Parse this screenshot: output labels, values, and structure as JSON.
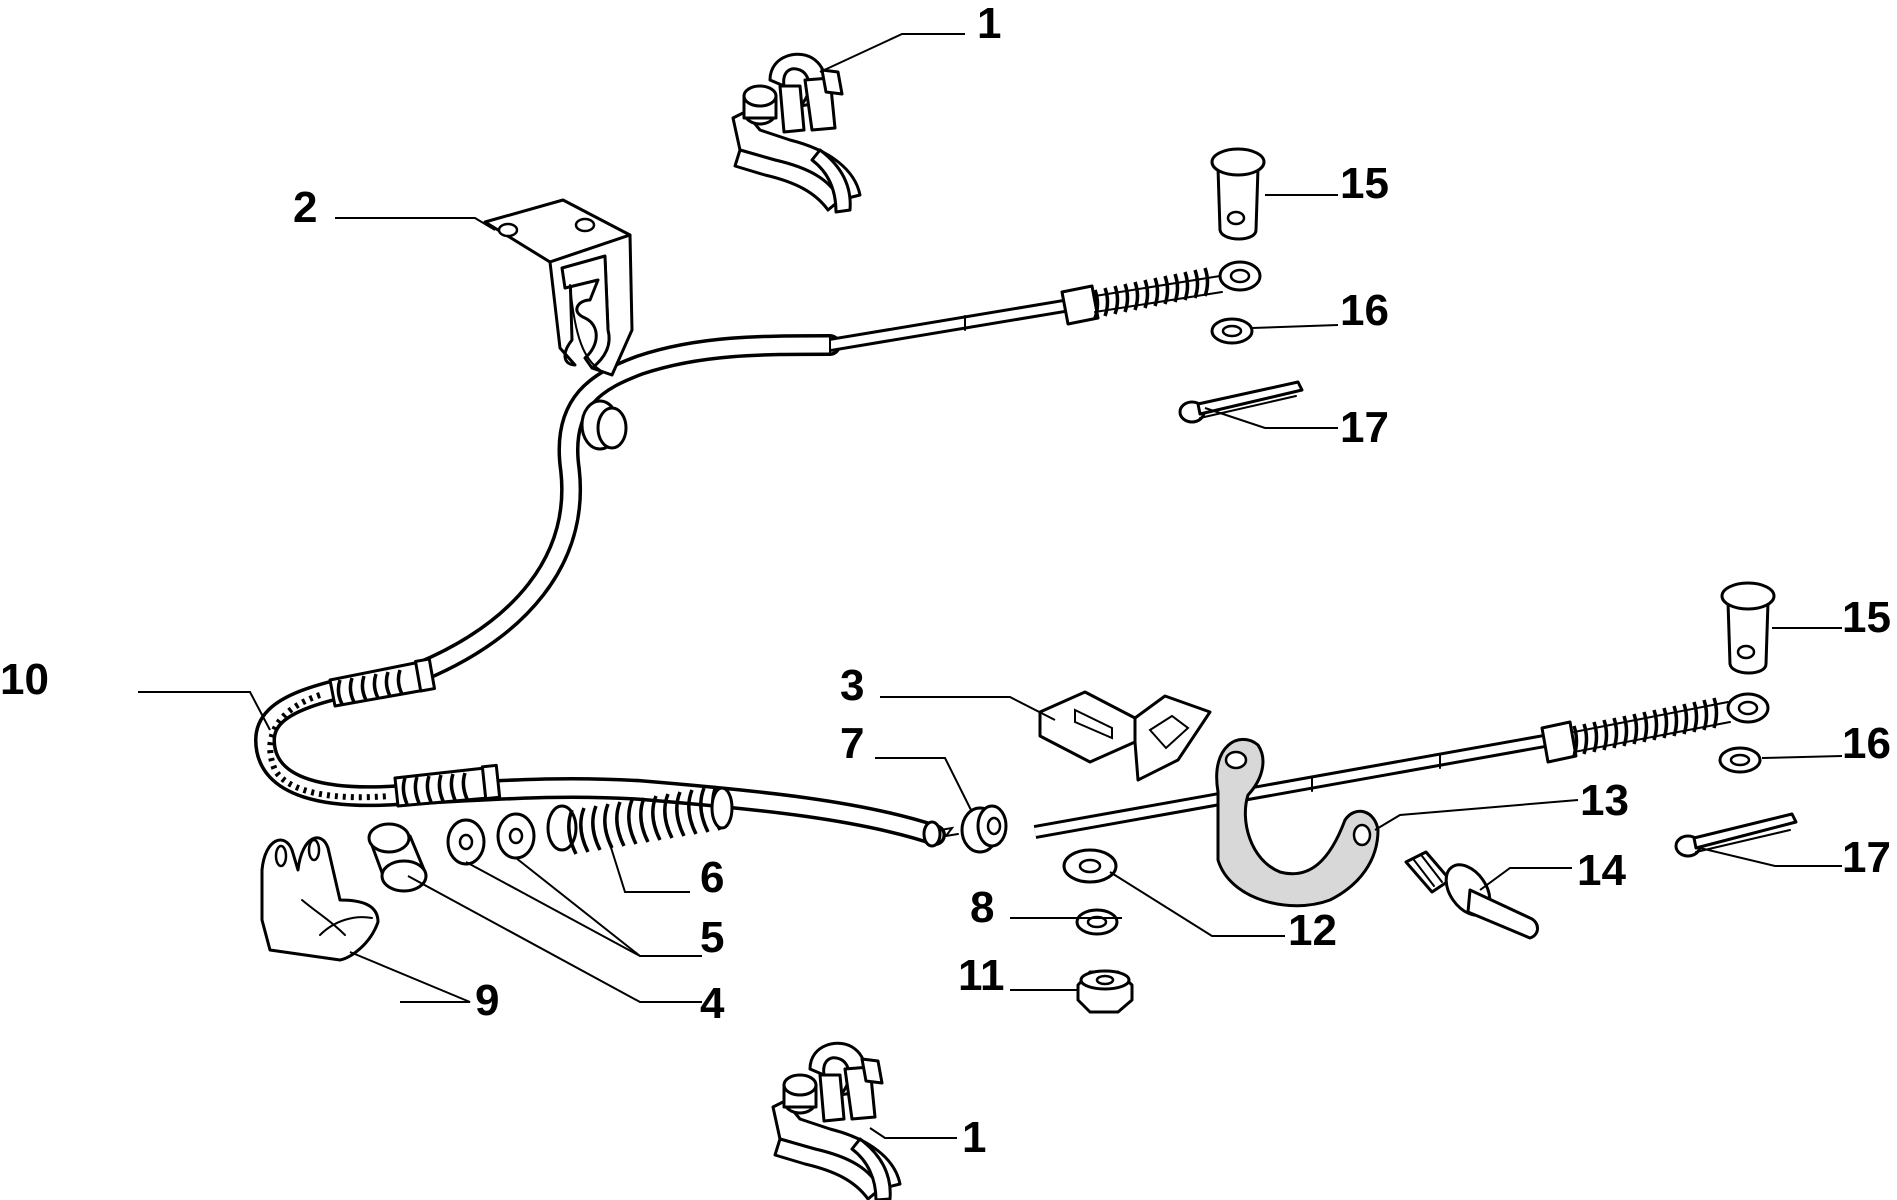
{
  "diagram": {
    "callouts": {
      "c1_top": "1",
      "c1_bottom": "1",
      "c2": "2",
      "c3": "3",
      "c4": "4",
      "c5": "5",
      "c6": "6",
      "c7": "7",
      "c8": "8",
      "c9": "9",
      "c10": "10",
      "c11": "11",
      "c12": "12",
      "c13": "13",
      "c14": "14",
      "c15_top": "15",
      "c15_right": "15",
      "c16_top": "16",
      "c16_right": "16",
      "c17_top": "17",
      "c17_right": "17"
    }
  }
}
